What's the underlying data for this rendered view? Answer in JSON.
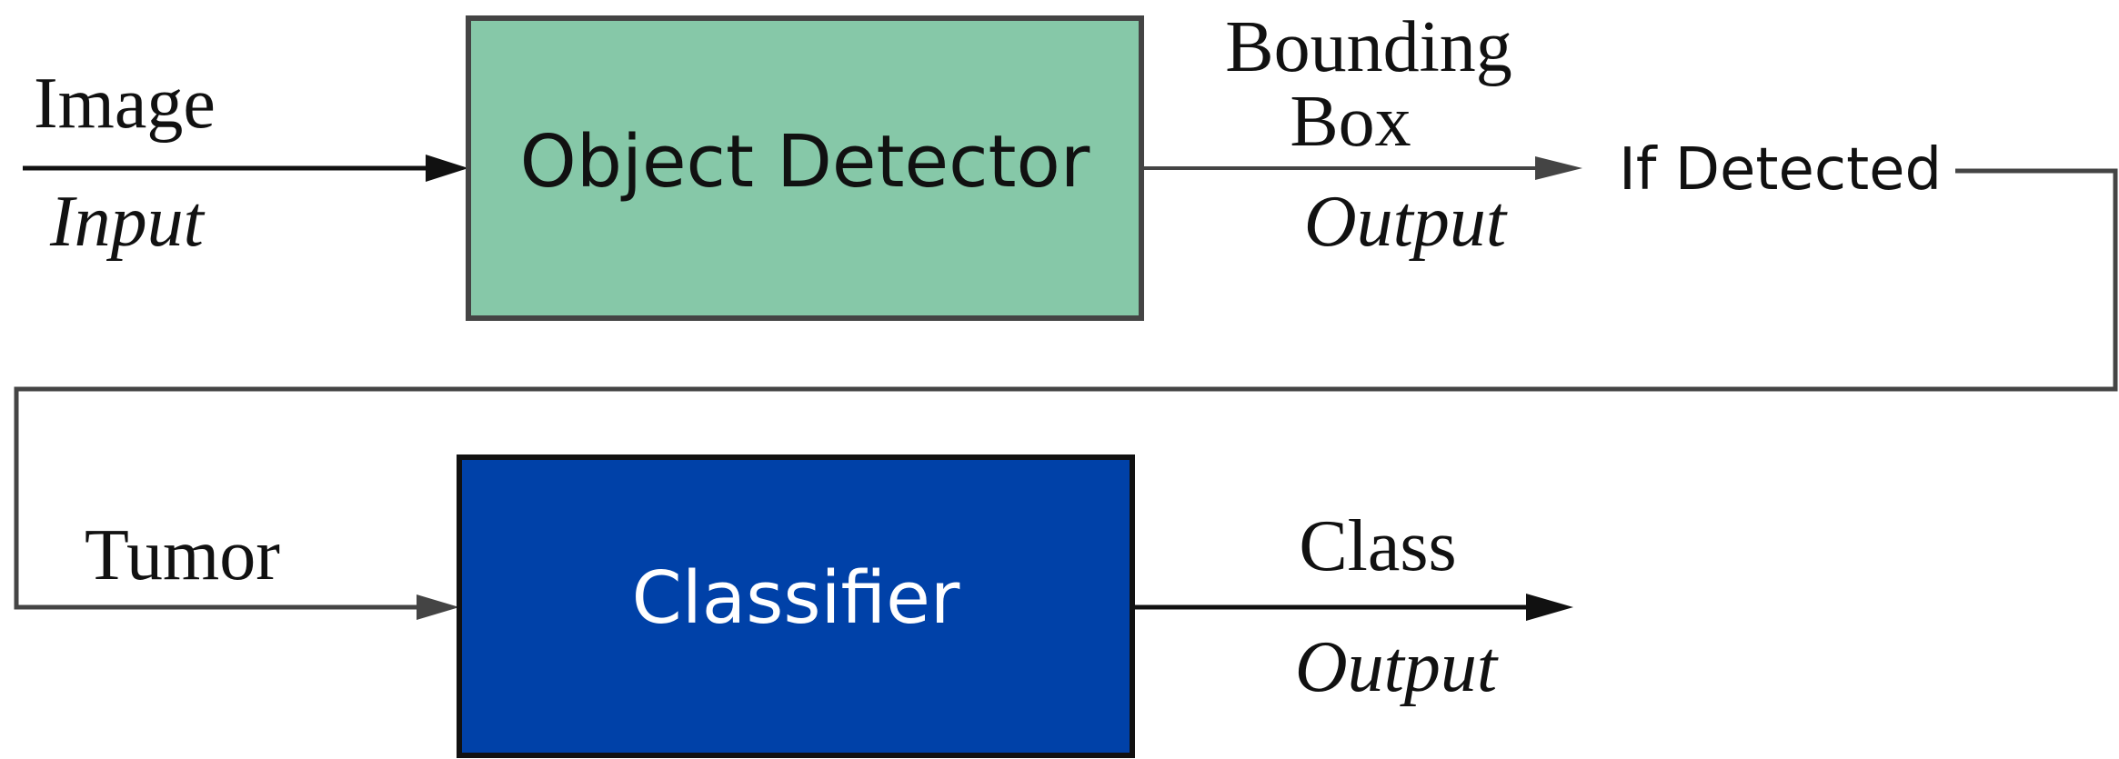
{
  "colors": {
    "detector_fill": "#86c8a8",
    "detector_border": "#444444",
    "classifier_fill": "#0041a8",
    "classifier_border": "#111111",
    "classifier_text": "#ffffff",
    "line": "#444444",
    "output_line": "#111111",
    "text": "#111111"
  },
  "input": {
    "label": "Image",
    "sublabel": "Input"
  },
  "detector": {
    "label": "Object Detector"
  },
  "detector_output": {
    "label_line1": "Bounding",
    "label_line2": "Box",
    "sublabel": "Output"
  },
  "condition": {
    "label": "If Detected"
  },
  "classifier_input": {
    "label": "Tumor"
  },
  "classifier": {
    "label": "Classifier"
  },
  "classifier_output": {
    "label": "Class",
    "sublabel": "Output"
  }
}
